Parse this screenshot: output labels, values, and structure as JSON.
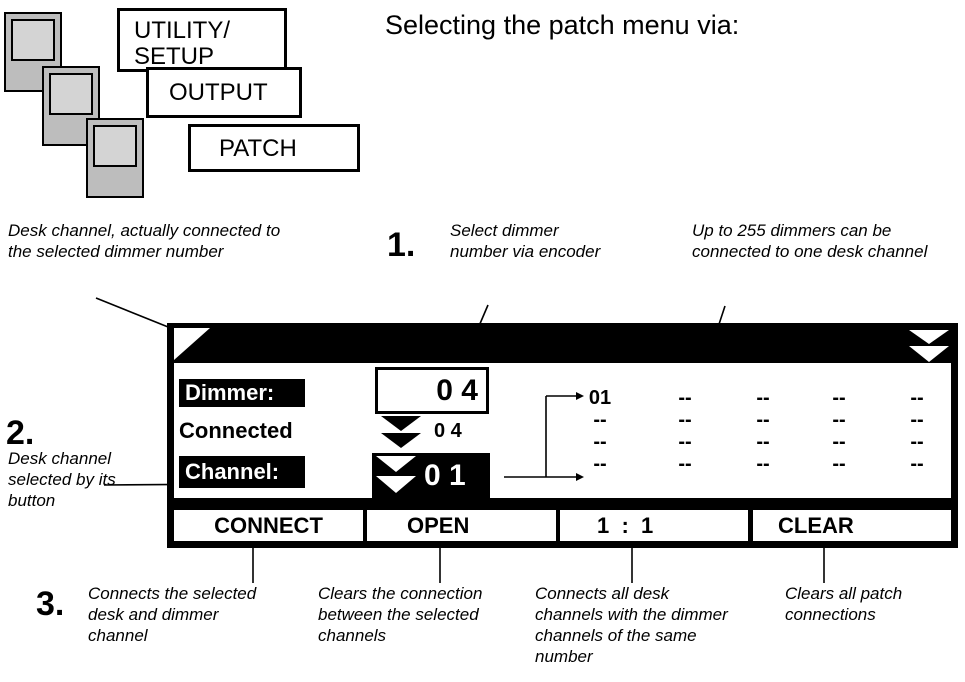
{
  "header": {
    "caption": "Selecting the patch menu via:"
  },
  "keys": [
    {
      "label_lines": [
        "UTILITY/",
        "SETUP"
      ]
    },
    {
      "label": "OUTPUT"
    },
    {
      "label": "PATCH"
    }
  ],
  "annotations": {
    "desk_channel_note": "Desk channel, actually connected to the selected dimmer number",
    "step1_number": "1.",
    "step1_note": "Select dimmer number via encoder",
    "dimmers_note": "Up to 255 dimmers can be connected to one desk channel",
    "step2_number": "2.",
    "step2_note": "Desk channel selected by its button",
    "step3_number": "3.",
    "connect_note": "Connects the selected desk and dimmer channel",
    "open_note": "Clears the connection between the selected channels",
    "one_to_one_note": "Connects all desk channels with the dimmer channels of the same number",
    "clear_note": "Clears all patch connections"
  },
  "display": {
    "dimmer_label": "Dimmer:",
    "dimmer_value": "0 4",
    "connected_label": "Connected",
    "connected_value": "0 4",
    "channel_label": "Channel:",
    "channel_value": "0 1",
    "patch_grid": [
      [
        "01",
        "--",
        "--",
        "--",
        "--"
      ],
      [
        "--",
        "--",
        "--",
        "--",
        "--"
      ],
      [
        "--",
        "--",
        "--",
        "--",
        "--"
      ],
      [
        "--",
        "--",
        "--",
        "--",
        "--"
      ]
    ],
    "softkeys": {
      "connect": "CONNECT",
      "open": "OPEN",
      "one_to_one": "1  :  1",
      "clear": "CLEAR"
    }
  }
}
